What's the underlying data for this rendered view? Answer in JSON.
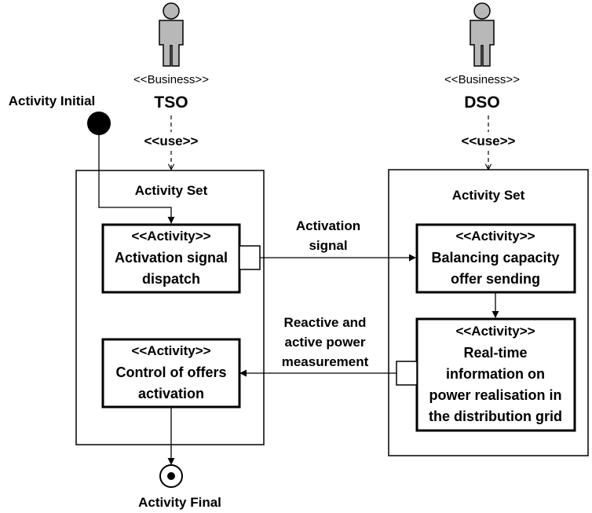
{
  "actors": [
    {
      "stereotype": "<<Business>>",
      "name": "TSO",
      "use_label": "<<use>>"
    },
    {
      "stereotype": "<<Business>>",
      "name": "DSO",
      "use_label": "<<use>>"
    }
  ],
  "nodes": {
    "initial": "Activity Initial",
    "final": "Activity Final"
  },
  "sets": [
    {
      "title": "Activity Set"
    },
    {
      "title": "Activity Set"
    }
  ],
  "activities": {
    "dispatch": {
      "stereotype": "<<Activity>>",
      "lines": [
        "Activation signal",
        "dispatch"
      ]
    },
    "control": {
      "stereotype": "<<Activity>>",
      "lines": [
        "Control of offers",
        "activation"
      ]
    },
    "balancing": {
      "stereotype": "<<Activity>>",
      "lines": [
        "Balancing capacity",
        "offer sending"
      ]
    },
    "realtime": {
      "stereotype": "<<Activity>>",
      "lines": [
        "Real-time",
        "information on",
        "power realisation in",
        "the distribution grid"
      ]
    }
  },
  "flows": {
    "activation_signal": [
      "Activation",
      "signal"
    ],
    "measurement": [
      "Reactive and",
      "active power",
      "measurement"
    ]
  },
  "colors": {
    "actor_fill": "#b8b8b8",
    "stroke": "#000000"
  }
}
